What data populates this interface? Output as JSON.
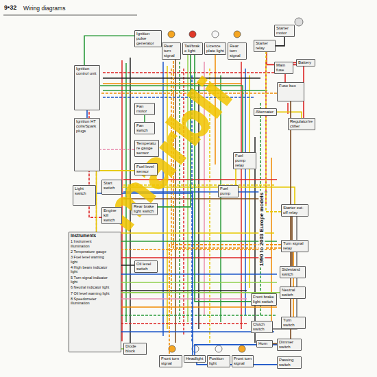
{
  "diagram": {
    "title": "Wiring diagrams",
    "caption": "1990 to 2003 Europe models",
    "nodes": [
      {
        "text": [
          "Ignition control unit"
        ]
      },
      {
        "text": [
          "Ignition HT coils/Spark plugs"
        ]
      },
      {
        "text": [
          "Light switch"
        ]
      },
      {
        "text": [
          "Start switch"
        ]
      },
      {
        "text": [
          "Engine kill switch"
        ]
      },
      {
        "text": [
          "Instruments",
          "1 Instrument illumination",
          "2 Temperature gauge",
          "3 Fuel level warning light",
          "4 High beam indicator light",
          "5 Turn signal indicator light",
          "6 Neutral indicator light",
          "7 Oil level warning light",
          "8 Speedometer illumination"
        ]
      },
      {
        "text": [
          "Diode block"
        ]
      },
      {
        "text": [
          "Ignition pulse generator"
        ]
      },
      {
        "text": [
          "Rear turn signal"
        ]
      },
      {
        "text": [
          "Tail/brake light"
        ]
      },
      {
        "text": [
          "Licence plate light"
        ]
      },
      {
        "text": [
          "Rear turn signal"
        ]
      },
      {
        "text": [
          "Fan motor"
        ]
      },
      {
        "text": [
          "Fan switch"
        ]
      },
      {
        "text": [
          "Temperature gauge sensor"
        ]
      },
      {
        "text": [
          "Fuel level sensor"
        ]
      },
      {
        "text": [
          "Rear brake light switch"
        ]
      },
      {
        "text": [
          "Oil level switch"
        ]
      },
      {
        "text": [
          "Starter relay"
        ]
      },
      {
        "text": [
          "Starter motor"
        ]
      },
      {
        "text": [
          "Battery"
        ]
      },
      {
        "text": [
          "Main fuse"
        ]
      },
      {
        "text": [
          "Fuse box"
        ]
      },
      {
        "text": [
          "Alternator"
        ]
      },
      {
        "text": [
          "Regulator/rectifier"
        ]
      },
      {
        "text": [
          "Fuel pump relay"
        ]
      },
      {
        "text": [
          "Fuel pump"
        ]
      },
      {
        "text": [
          "Starter cut-off relay"
        ]
      },
      {
        "text": [
          "Turn signal relay"
        ]
      },
      {
        "text": [
          "Sidestand switch"
        ]
      },
      {
        "text": [
          "Neutral switch"
        ]
      },
      {
        "text": [
          "Clutch switch"
        ]
      },
      {
        "text": [
          "Horn"
        ]
      },
      {
        "text": [
          "Turn switch"
        ]
      },
      {
        "text": [
          "Dimmer switch"
        ]
      },
      {
        "text": [
          "Passing switch"
        ]
      },
      {
        "text": [
          "Front turn signal"
        ]
      },
      {
        "text": [
          "Headlight"
        ]
      },
      {
        "text": [
          "Position light"
        ]
      },
      {
        "text": [
          "Front turn signal"
        ]
      },
      {
        "text": [
          "Front brake light switch"
        ]
      }
    ],
    "edges": [
      {
        "from": 20,
        "to": 21,
        "arrow": "none"
      },
      {
        "from": 21,
        "to": 22,
        "arrow": "none"
      },
      {
        "from": 20,
        "to": 18,
        "arrow": "none"
      },
      {
        "from": 18,
        "to": 19,
        "arrow": "none"
      },
      {
        "from": 23,
        "to": 24,
        "arrow": "none"
      },
      {
        "from": 24,
        "to": 20,
        "arrow": "none"
      },
      {
        "from": 22,
        "to": 0,
        "arrow": "none"
      },
      {
        "from": 0,
        "to": 1,
        "arrow": "none"
      },
      {
        "from": 7,
        "to": 0,
        "arrow": "none"
      },
      {
        "from": 4,
        "to": 0,
        "arrow": "none"
      },
      {
        "from": 3,
        "to": 27,
        "arrow": "none"
      },
      {
        "from": 27,
        "to": 18,
        "arrow": "none"
      },
      {
        "from": 29,
        "to": 27,
        "arrow": "none"
      },
      {
        "from": 30,
        "to": 5,
        "arrow": "none"
      },
      {
        "from": 31,
        "to": 27,
        "arrow": "none"
      },
      {
        "from": 33,
        "to": 28,
        "arrow": "none"
      },
      {
        "from": 28,
        "to": 36,
        "arrow": "none"
      },
      {
        "from": 34,
        "to": 37,
        "arrow": "none"
      },
      {
        "from": 35,
        "to": 37,
        "arrow": "none"
      },
      {
        "from": 25,
        "to": 26,
        "arrow": "none"
      },
      {
        "from": 0,
        "to": 25,
        "arrow": "none"
      },
      {
        "from": 13,
        "to": 12,
        "arrow": "none"
      },
      {
        "from": 14,
        "to": 5,
        "arrow": "none"
      },
      {
        "from": 16,
        "to": 9,
        "arrow": "none"
      },
      {
        "from": 40,
        "to": 9,
        "arrow": "none"
      },
      {
        "from": 2,
        "to": 37,
        "arrow": "none"
      },
      {
        "from": 6,
        "to": 5,
        "arrow": "none"
      },
      {
        "from": 15,
        "to": 5,
        "arrow": "none"
      },
      {
        "from": 17,
        "to": 5,
        "arrow": "none"
      },
      {
        "from": 32,
        "to": 22,
        "arrow": "none"
      },
      {
        "from": 28,
        "to": 8,
        "arrow": "none"
      }
    ],
    "labels": [
      "9•32",
      "marbli"
    ]
  }
}
